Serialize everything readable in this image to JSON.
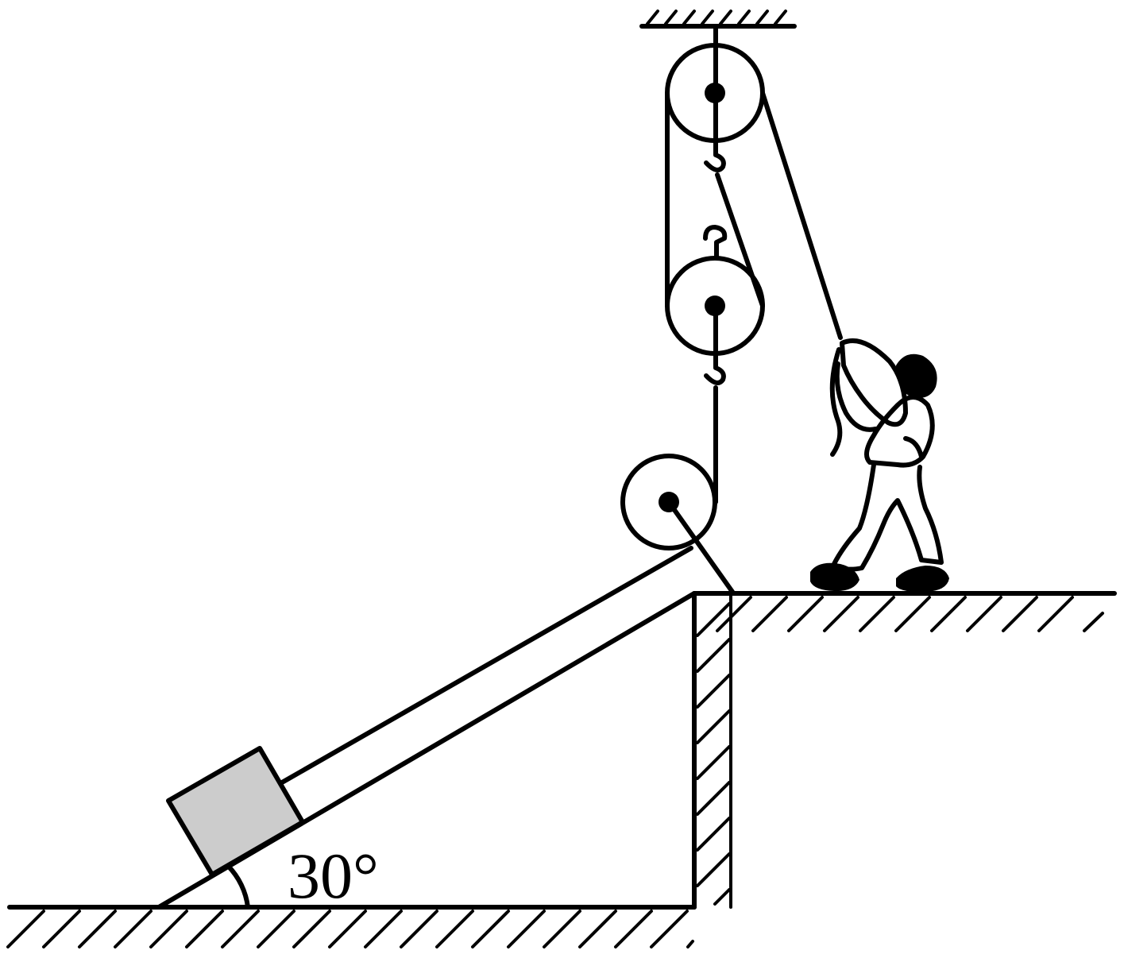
{
  "labels": {
    "incline_angle": "30°"
  },
  "colors": {
    "ink": "#000000",
    "block_fill": "#cccccc",
    "background": "#ffffff"
  },
  "scene": {
    "incline_angle_deg": 30,
    "pulleys": [
      "fixed-top-pulley",
      "movable-pulley",
      "incline-top-pulley"
    ],
    "figures": [
      "person-pulling-rope",
      "block-on-incline"
    ]
  }
}
